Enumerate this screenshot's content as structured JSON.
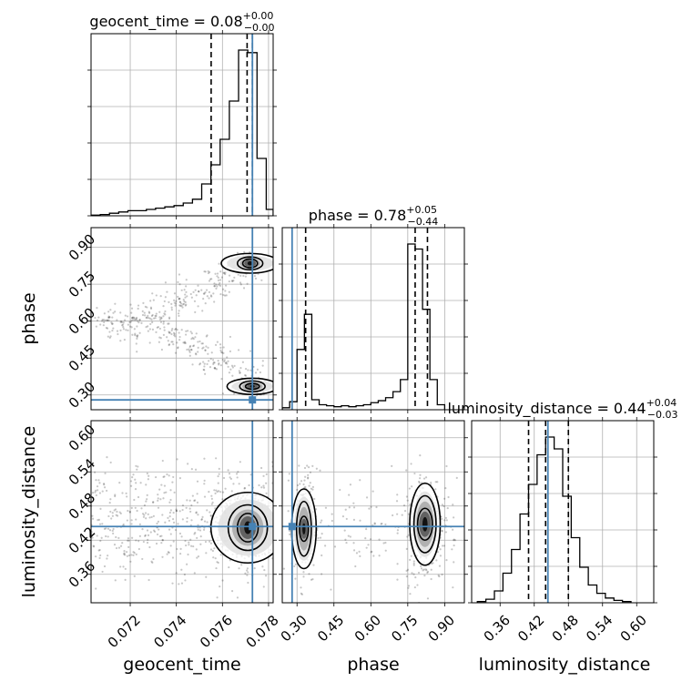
{
  "chart_data": {
    "type": "corner",
    "parameters": [
      "geocent_time",
      "phase",
      "luminosity_distance"
    ],
    "grid": true,
    "truth_color": "#4682b4",
    "hist_color": "#000000",
    "titles": [
      {
        "param": "geocent_time",
        "main": "geocent_time = 0.08",
        "plus": "+0.00",
        "minus": "−0.00"
      },
      {
        "param": "phase",
        "main": "phase = 0.78",
        "plus": "+0.05",
        "minus": "−0.44"
      },
      {
        "param": "luminosity_distance",
        "main": "luminosity_distance = 0.44",
        "plus": "+0.04",
        "minus": "−0.03"
      }
    ],
    "axes": {
      "geocent_time": {
        "range": [
          0.0703,
          0.0782
        ],
        "ticks": [
          0.072,
          0.074,
          0.076,
          0.078
        ],
        "tick_labels": [
          "0.072",
          "0.074",
          "0.076",
          "0.078"
        ]
      },
      "phase": {
        "range": [
          0.24,
          0.98
        ],
        "ticks": [
          0.3,
          0.45,
          0.6,
          0.75,
          0.9
        ],
        "tick_labels": [
          "0.30",
          "0.45",
          "0.60",
          "0.75",
          "0.90"
        ]
      },
      "luminosity_distance": {
        "range": [
          0.31,
          0.63
        ],
        "ticks": [
          0.36,
          0.42,
          0.48,
          0.54,
          0.6
        ],
        "tick_labels": [
          "0.36",
          "0.42",
          "0.48",
          "0.54",
          "0.60"
        ]
      }
    },
    "truths": {
      "geocent_time": 0.0773,
      "phase": 0.28,
      "luminosity_distance": 0.444
    },
    "quantiles": {
      "geocent_time": [
        0.07551,
        0.07707,
        0.0773
      ],
      "phase": [
        0.335,
        0.78,
        0.83
      ],
      "luminosity_distance": [
        0.41,
        0.44,
        0.48
      ]
    },
    "histograms": {
      "geocent_time": {
        "edges": [
          0.0703,
          0.0707,
          0.0711,
          0.0715,
          0.0719,
          0.0723,
          0.0727,
          0.0731,
          0.0735,
          0.0739,
          0.0743,
          0.0747,
          0.0751,
          0.0755,
          0.0759,
          0.0763,
          0.0767,
          0.0771,
          0.0775,
          0.0779,
          0.0782
        ],
        "counts": [
          0.5,
          1,
          2,
          3,
          4,
          4,
          5,
          6,
          7,
          8,
          10,
          13,
          25,
          40,
          60,
          90,
          130,
          128,
          45,
          5
        ]
      },
      "phase": {
        "edges": [
          0.24,
          0.27,
          0.3,
          0.33,
          0.36,
          0.39,
          0.42,
          0.45,
          0.48,
          0.51,
          0.54,
          0.57,
          0.6,
          0.63,
          0.66,
          0.69,
          0.72,
          0.75,
          0.78,
          0.81,
          0.84,
          0.87,
          0.9
        ],
        "counts": [
          2,
          8,
          60,
          95,
          10,
          5,
          4,
          3,
          4,
          3,
          4,
          5,
          7,
          9,
          12,
          18,
          30,
          165,
          160,
          100,
          30,
          5
        ]
      },
      "luminosity_distance": {
        "edges": [
          0.32,
          0.335,
          0.35,
          0.365,
          0.38,
          0.395,
          0.41,
          0.425,
          0.44,
          0.455,
          0.47,
          0.485,
          0.5,
          0.515,
          0.53,
          0.545,
          0.56,
          0.575,
          0.59
        ],
        "counts": [
          1,
          3,
          10,
          25,
          45,
          75,
          100,
          125,
          140,
          130,
          90,
          55,
          30,
          15,
          8,
          4,
          2,
          1
        ]
      }
    },
    "scatter_2d": [
      {
        "x": "geocent_time",
        "y": "phase",
        "clusters": [
          {
            "kind": "arc",
            "x0": 0.0705,
            "y0": 0.6,
            "x1": 0.0773,
            "y1": 0.85,
            "n": 250,
            "spread": [
              0.0005,
              0.03
            ]
          },
          {
            "kind": "arc",
            "x0": 0.0705,
            "y0": 0.6,
            "x1": 0.0773,
            "y1": 0.34,
            "n": 250,
            "spread": [
              0.0005,
              0.03
            ]
          },
          {
            "kind": "blob",
            "x": 0.0772,
            "y": 0.84,
            "n": 120,
            "spread": [
              0.0004,
              0.015
            ]
          },
          {
            "kind": "blob",
            "x": 0.0772,
            "y": 0.33,
            "n": 80,
            "spread": [
              0.0004,
              0.015
            ]
          }
        ],
        "contours": [
          {
            "cx": 0.0772,
            "cy": 0.835,
            "levels": [
              [
                0.00032,
                0.018
              ],
              [
                0.00055,
                0.026
              ],
              [
                0.00125,
                0.04
              ]
            ]
          },
          {
            "cx": 0.0773,
            "cy": 0.335,
            "levels": [
              [
                0.0003,
                0.012
              ],
              [
                0.00055,
                0.022
              ],
              [
                0.0011,
                0.033
              ]
            ]
          }
        ]
      },
      {
        "x": "geocent_time",
        "y": "luminosity_distance",
        "clusters": [
          {
            "kind": "wide",
            "x0": 0.0703,
            "x1": 0.0782,
            "y": 0.45,
            "n": 500,
            "spread": [
              0.0,
              0.05
            ]
          },
          {
            "kind": "blob",
            "x": 0.077,
            "y": 0.445,
            "n": 300,
            "spread": [
              0.0008,
              0.035
            ]
          }
        ],
        "contours": [
          {
            "cx": 0.0771,
            "cy": 0.442,
            "levels": [
              [
                0.00045,
                0.025
              ],
              [
                0.00085,
                0.04
              ],
              [
                0.0016,
                0.062
              ]
            ]
          }
        ]
      },
      {
        "x": "phase",
        "y": "luminosity_distance",
        "clusters": [
          {
            "kind": "blob",
            "x": 0.33,
            "y": 0.445,
            "n": 220,
            "spread": [
              0.025,
              0.05
            ]
          },
          {
            "kind": "blob",
            "x": 0.82,
            "y": 0.445,
            "n": 260,
            "spread": [
              0.04,
              0.05
            ]
          },
          {
            "kind": "wide",
            "x0": 0.28,
            "x1": 0.95,
            "y": 0.445,
            "n": 150,
            "spread": [
              0.0,
              0.04
            ]
          }
        ],
        "contours": [
          {
            "cx": 0.328,
            "cy": 0.44,
            "levels": [
              [
                0.018,
                0.022
              ],
              [
                0.03,
                0.048
              ],
              [
                0.05,
                0.07
              ]
            ]
          },
          {
            "cx": 0.82,
            "cy": 0.448,
            "levels": [
              [
                0.03,
                0.028
              ],
              [
                0.045,
                0.05
              ],
              [
                0.062,
                0.072
              ]
            ]
          }
        ]
      }
    ]
  }
}
